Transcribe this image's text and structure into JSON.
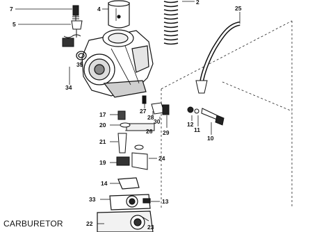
{
  "caption": "CARBURETOR",
  "parts": [
    {
      "id": "p2",
      "number": "2"
    },
    {
      "id": "p4",
      "number": "4"
    },
    {
      "id": "p5",
      "number": "5"
    },
    {
      "id": "p7",
      "number": "7"
    },
    {
      "id": "p10",
      "number": "10"
    },
    {
      "id": "p11",
      "number": "11"
    },
    {
      "id": "p12",
      "number": "12"
    },
    {
      "id": "p13",
      "number": "13"
    },
    {
      "id": "p14",
      "number": "14"
    },
    {
      "id": "p17",
      "number": "17"
    },
    {
      "id": "p19",
      "number": "19"
    },
    {
      "id": "p20",
      "number": "20"
    },
    {
      "id": "p21",
      "number": "21"
    },
    {
      "id": "p22",
      "number": "22"
    },
    {
      "id": "p23",
      "number": "23"
    },
    {
      "id": "p24",
      "number": "24"
    },
    {
      "id": "p25",
      "number": "25"
    },
    {
      "id": "p26",
      "number": "26"
    },
    {
      "id": "p27",
      "number": "27"
    },
    {
      "id": "p28",
      "number": "28"
    },
    {
      "id": "p29",
      "number": "29"
    },
    {
      "id": "p30",
      "number": "30"
    },
    {
      "id": "p33",
      "number": "33"
    },
    {
      "id": "p34",
      "number": "34"
    },
    {
      "id": "p35",
      "number": "35"
    }
  ]
}
